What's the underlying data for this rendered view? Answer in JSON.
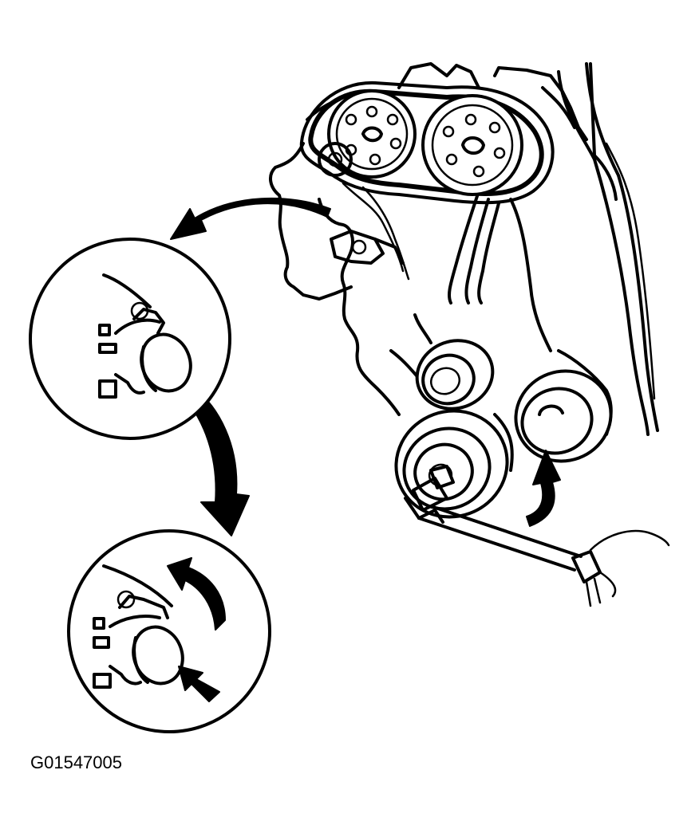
{
  "figure": {
    "code": "G01547005"
  },
  "icons": {
    "engine": "engine-timing-belt-illustration",
    "detail_1": "tensioner-detail-circle",
    "detail_2": "tensioner-adjust-detail-circle",
    "arrows": "direction-arrow"
  }
}
